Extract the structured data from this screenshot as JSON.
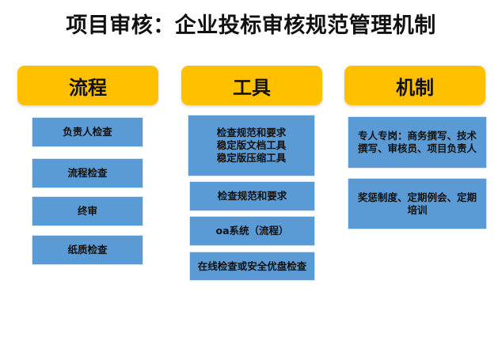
{
  "title": "项目审核：企业投标审核规范管理机制",
  "columns": [
    {
      "header": "流程",
      "items": [
        "负责人检查",
        "流程检查",
        "终审",
        "纸质检查"
      ]
    },
    {
      "header": "工具",
      "items": [
        "检查规范和要求\n稳定版文档工具\n稳定版压缩工具",
        "检查规范和要求",
        "oa系统（流程）",
        "在线检查或安全优盘检查"
      ]
    },
    {
      "header": "机制",
      "items": [
        "专人专岗：商务撰写、技术撰写、审核员、项目负责人",
        "奖惩制度、定期例会、定期培训"
      ]
    }
  ],
  "colors": {
    "header": "#FFC000",
    "box": "#5B9BD5"
  }
}
